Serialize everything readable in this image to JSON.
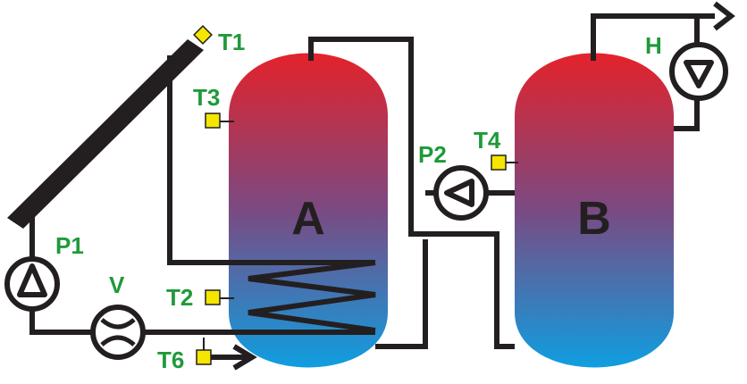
{
  "tanks": {
    "a": {
      "label": "A"
    },
    "b": {
      "label": "B"
    }
  },
  "pumps": {
    "p1": {
      "label": "P1"
    },
    "p2": {
      "label": "P2"
    },
    "h": {
      "label": "H"
    }
  },
  "valve": {
    "label": "V"
  },
  "sensors": {
    "t1": {
      "label": "T1"
    },
    "t2": {
      "label": "T2"
    },
    "t3": {
      "label": "T3"
    },
    "t4": {
      "label": "T4"
    },
    "t6": {
      "label": "T6"
    }
  },
  "colors": {
    "pipe": "#231f20",
    "label": "#1f9a3a",
    "sensor": "#f5e600",
    "tank_top": "#e4222b",
    "tank_bottom": "#0f9ee0",
    "tank_text": "#231f20"
  }
}
